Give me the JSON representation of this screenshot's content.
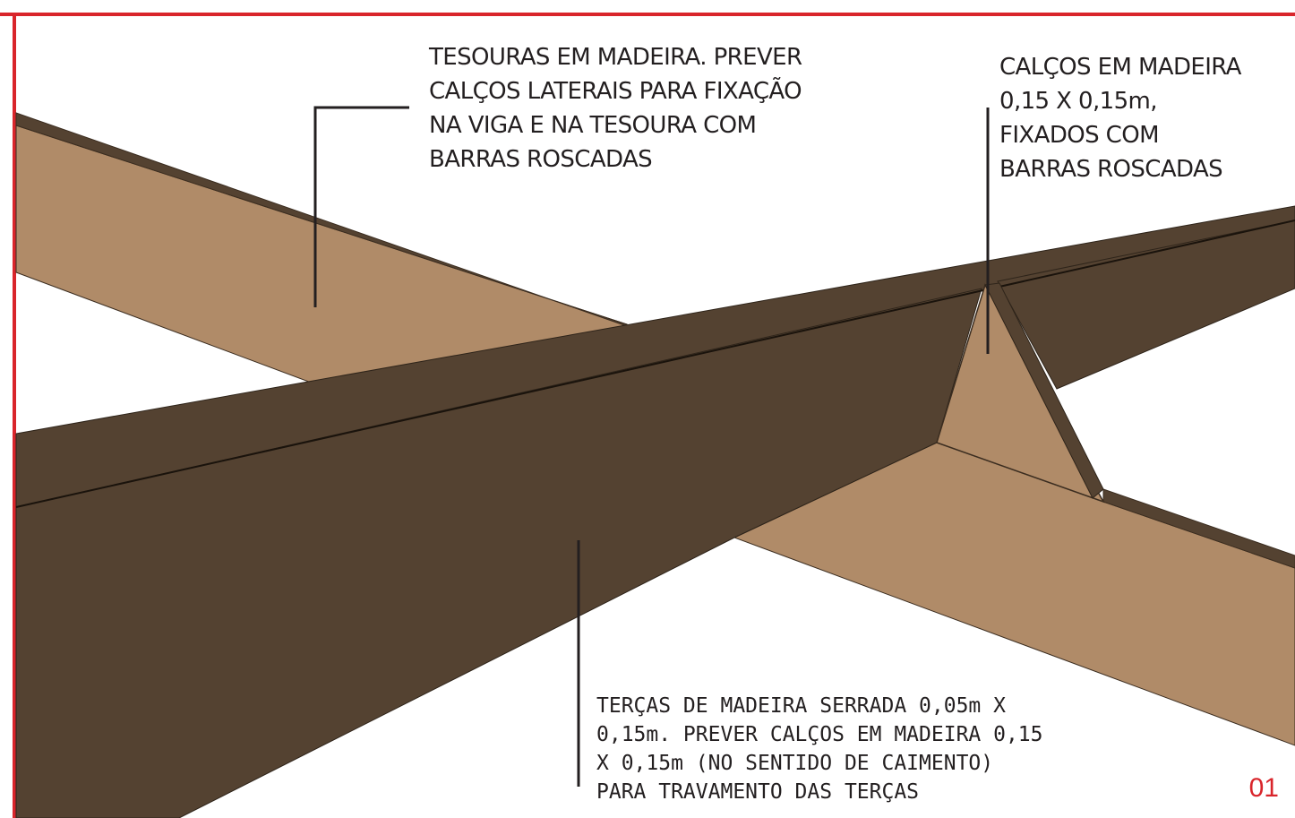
{
  "annotations": {
    "tesouras": "TESOURAS EM MADEIRA. PREVER\nCALÇOS LATERAIS PARA FIXAÇÃO\nNA VIGA E NA TESOURA COM\nBARRAS ROSCADAS",
    "calcos": "CALÇOS EM MADEIRA\n0,15 X 0,15m,\nFIXADOS COM\nBARRAS ROSCADAS",
    "tercas": "TERÇAS DE MADEIRA SERRADA 0,05m X\n0,15m. PREVER CALÇOS EM MADEIRA 0,15\nX 0,15m (NO SENTIDO DE CAIMENTO)\nPARA TRAVAMENTO DAS TERÇAS"
  },
  "page_number": "01",
  "colors": {
    "frame_red": "#d9252b",
    "wood_light": "#b08b68",
    "wood_dark": "#544231",
    "leader_line": "#231f20"
  }
}
